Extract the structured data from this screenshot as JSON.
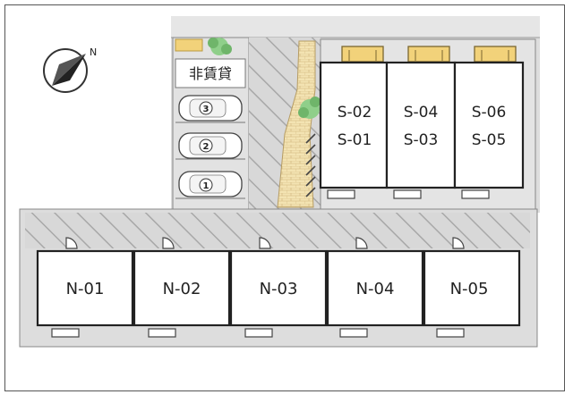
{
  "compass": {
    "north_label": "N"
  },
  "parking": {
    "non_rental_label": "非賃貸",
    "spaces": [
      "3",
      "2",
      "1"
    ]
  },
  "south_units": [
    {
      "top": "S-02",
      "bottom": "S-01"
    },
    {
      "top": "S-04",
      "bottom": "S-03"
    },
    {
      "top": "S-06",
      "bottom": "S-05"
    }
  ],
  "north_units": [
    "N-01",
    "N-02",
    "N-03",
    "N-04",
    "N-05"
  ],
  "colors": {
    "paving": "#dcdcdc",
    "hatch": "#bdbdbd",
    "path": "#f2e2b4",
    "tree": "#8fcf8a",
    "wall": "#222222"
  }
}
